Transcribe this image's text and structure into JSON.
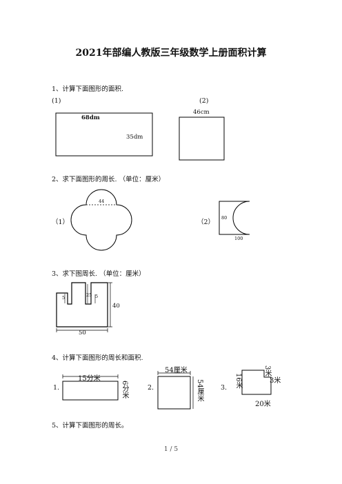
{
  "title": "2021年部编人教版三年级数学上册面积计算",
  "q1": {
    "text": "1、计算下面图形的面积.",
    "label1": "(1)",
    "label2": "(2)",
    "rect_top": "68dm",
    "rect_right": "35dm",
    "square_top": "46cm"
  },
  "q2": {
    "text": "2、求下面图形的周长. （单位：厘米）",
    "label1": "（1）",
    "label2": "（2）",
    "flower_dim": "44",
    "shape_height": "80",
    "shape_width": "100"
  },
  "q3": {
    "text": "3、求下图周长. （单位：厘米）",
    "dim_a": "5",
    "dim_b": "25",
    "dim_c": "5",
    "dim_height": "40",
    "dim_width": "50"
  },
  "q4": {
    "text": "4、计算下面图形的周长和面积.",
    "n1": "1.",
    "n2": "2.",
    "n3": "3.",
    "f1_top": "15分米",
    "f1_right": "6分米",
    "f2_top": "54厘米",
    "f2_right": "54厘米",
    "f3_left": "16米",
    "f3_notch_v": "3米",
    "f3_notch_h": "3米",
    "f3_bottom": "20米"
  },
  "q5": {
    "text": "5、计算下面图形的周长。"
  },
  "footer": "1 / 5"
}
